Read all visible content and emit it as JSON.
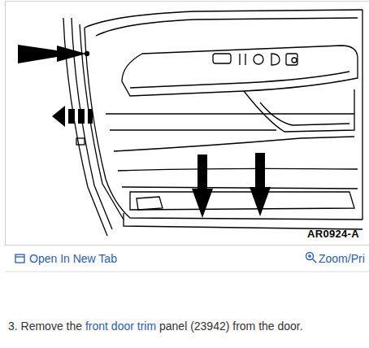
{
  "diagram": {
    "labels": [
      "AR0924-A",
      "Open In New Tab",
      "Zoom/Pri",
      "3. Remove the",
      "front door trim",
      "panel (23942) from the door."
    ]
  }
}
